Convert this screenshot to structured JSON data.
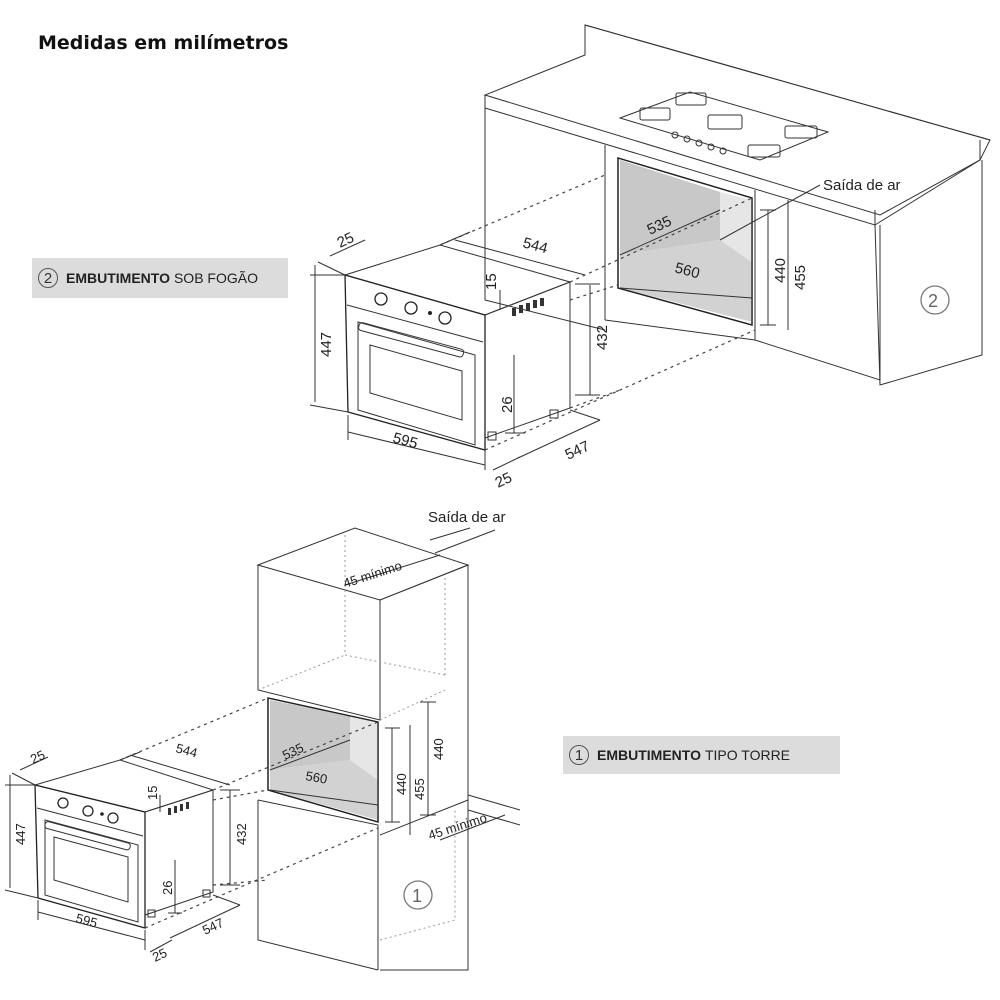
{
  "title": "Medidas em milímetros",
  "section2": {
    "number": "2",
    "bold": "EMBUTIMENTO",
    "rest": "SOB FOGÃO"
  },
  "section1": {
    "number": "1",
    "bold": "EMBUTIMENTO",
    "rest": "TIPO TORRE"
  },
  "air_outlet": "Saída de ar",
  "dims_top": {
    "d25a": "25",
    "d544": "544",
    "d15": "15",
    "d447": "447",
    "d432": "432",
    "d26": "26",
    "d595": "595",
    "d547": "547",
    "d25b": "25",
    "d535": "535",
    "d560": "560",
    "d440": "440",
    "d455": "455",
    "marker": "2"
  },
  "dims_bottom": {
    "d25a": "25",
    "d544": "544",
    "d15": "15",
    "d447": "447",
    "d432": "432",
    "d26": "26",
    "d595": "595",
    "d547": "547",
    "d25b": "25",
    "d535": "535",
    "d560": "560",
    "d440a": "440",
    "d455": "455",
    "d440b": "440",
    "min_top": "45 mínimo",
    "min_bottom": "45 mínimo",
    "marker": "1"
  }
}
